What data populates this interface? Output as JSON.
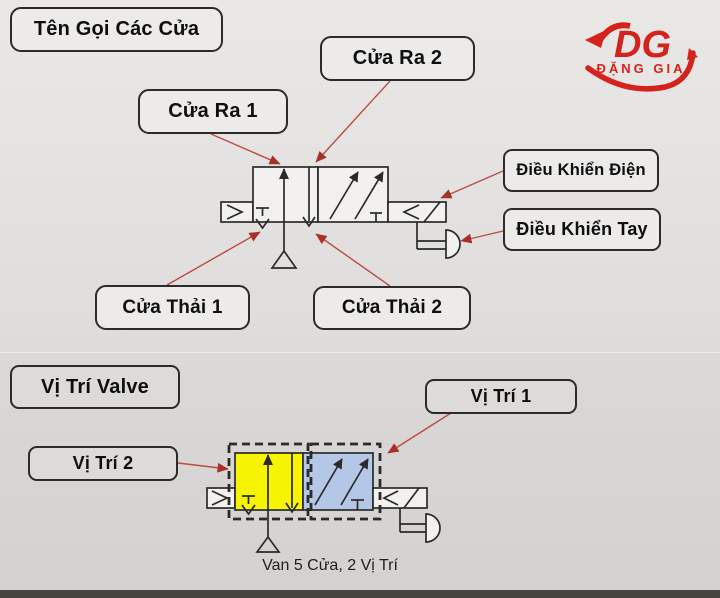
{
  "brand": {
    "initials": "DG",
    "name": "ĐẶNG GIA",
    "color": "#d4231d"
  },
  "port_section": {
    "title": "Tên Gọi Các Cửa",
    "outlet1": "Cửa Ra 1",
    "outlet2": "Cửa Ra 2",
    "electric_control": "Điều Khiển Điện",
    "manual_control": "Điều Khiển Tay",
    "exhaust1": "Cửa Thải 1",
    "exhaust2": "Cửa Thải 2"
  },
  "position_section": {
    "title": "Vị Trí Valve",
    "position1": "Vị Trí 1",
    "position2": "Vị Trí 2",
    "caption": "Van 5 Cửa, 2 Vị Trí"
  },
  "colors": {
    "annotation_red": "#b5342d",
    "position2_yellow": "#f6f303",
    "position1_blue": "#b4c7e6",
    "valve_line": "#2a2a2a"
  }
}
